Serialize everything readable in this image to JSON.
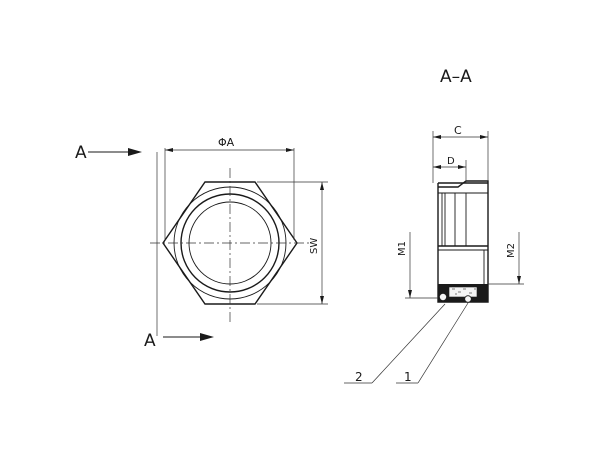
{
  "section_title": "A–A",
  "section_marker_top": "A",
  "section_marker_bottom": "A",
  "dim_diameter": "ΦA",
  "dim_width_across_flats": "SW",
  "dim_c": "C",
  "dim_d": "D",
  "thread_m1": "M1",
  "thread_m2": "M2",
  "callout_seal": "2",
  "callout_oring": "1"
}
